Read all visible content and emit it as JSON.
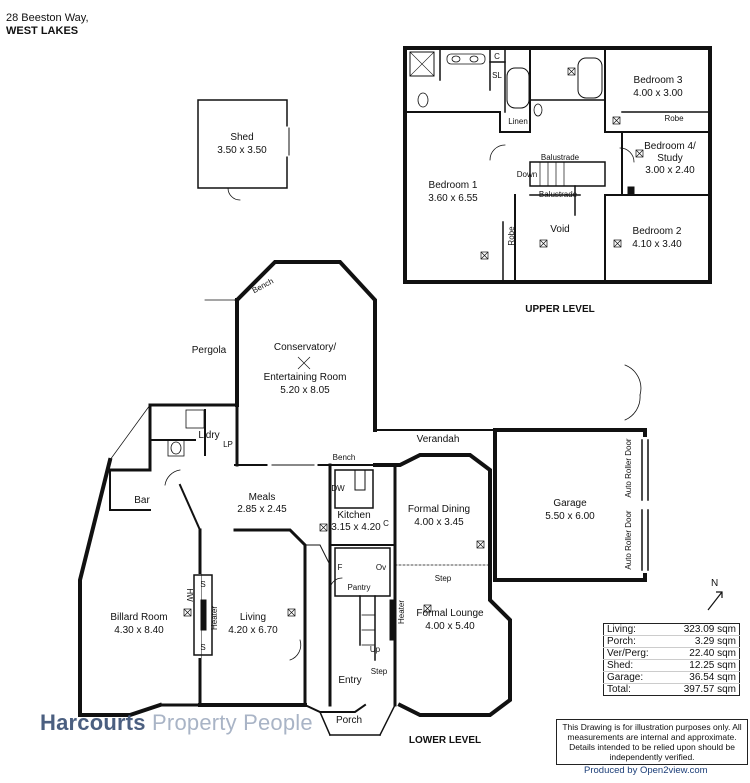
{
  "address": {
    "line1": "28 Beeston Way,",
    "line2": "WEST LAKES"
  },
  "levels": {
    "upper": "UPPER LEVEL",
    "lower": "LOWER LEVEL"
  },
  "rooms": {
    "shed": {
      "name": "Shed",
      "size": "3.50 x 3.50"
    },
    "bedroom1": {
      "name": "Bedroom 1",
      "size": "3.60 x 6.55"
    },
    "bedroom2": {
      "name": "Bedroom 2",
      "size": "4.10 x 3.40"
    },
    "bedroom3": {
      "name": "Bedroom 3",
      "size": "4.00 x 3.00"
    },
    "bedroom4": {
      "name1": "Bedroom 4/",
      "name2": "Study",
      "size": "3.00 x 2.40"
    },
    "void": "Void",
    "conservatory": {
      "name1": "Conservatory/",
      "name2": "Entertaining Room",
      "size": "5.20 x 8.05"
    },
    "pergola": "Pergola",
    "laundry": "L'dry",
    "bar": "Bar",
    "meals": {
      "name": "Meals",
      "size": "2.85 x 2.45"
    },
    "kitchen": {
      "name": "Kitchen",
      "size": "3.15 x 4.20"
    },
    "formal_dining": {
      "name": "Formal Dining",
      "size": "4.00 x 3.45"
    },
    "garage": {
      "name": "Garage",
      "size": "5.50 x 6.00"
    },
    "billard": {
      "name": "Billard Room",
      "size": "4.30 x 8.40"
    },
    "living": {
      "name": "Living",
      "size": "4.20 x 6.70"
    },
    "formal_lounge": {
      "name": "Formal Lounge",
      "size": "4.00 x 5.40"
    },
    "verandah": "Verandah",
    "entry": "Entry",
    "porch": "Porch",
    "pantry": "Pantry"
  },
  "fixtures": {
    "linen": "Linen",
    "robe": "Robe",
    "balustrade": "Balustrade",
    "down": "Down",
    "c": "C",
    "sl": "SL",
    "bench": "Bench",
    "lp": "LP",
    "dw": "DW",
    "f": "F",
    "ov": "Ov",
    "step": "Step",
    "up": "Up",
    "heater": "Heater",
    "hw": "HW",
    "s": "S",
    "auto_roller_door": "Auto Roller Door"
  },
  "areas": [
    {
      "label": "Living:",
      "value": "323.09 sqm"
    },
    {
      "label": "Porch:",
      "value": "3.29 sqm"
    },
    {
      "label": "Ver/Perg:",
      "value": "22.40 sqm"
    },
    {
      "label": "Shed:",
      "value": "12.25 sqm"
    },
    {
      "label": "Garage:",
      "value": "36.54 sqm"
    },
    {
      "label": "Total:",
      "value": "397.57 sqm"
    }
  ],
  "compass": "N",
  "disclaimer": "This Drawing is for illustration purposes only. All measurements are internal and approximate. Details intended to be relied upon should be independently verified.",
  "produced_by": "Produced by Open2view.com",
  "watermark": {
    "brand": "Harcourts",
    "office": "Property People"
  }
}
